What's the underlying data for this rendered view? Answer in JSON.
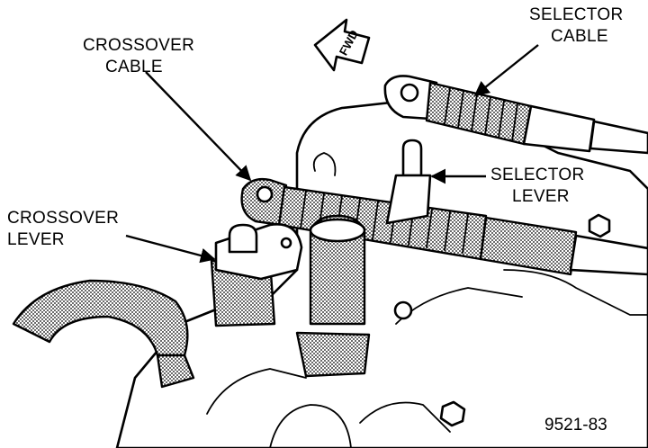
{
  "labels": {
    "crossover_cable": [
      "CROSSOVER",
      "CABLE"
    ],
    "selector_cable": [
      "SELECTOR",
      "CABLE"
    ],
    "selector_lever": [
      "SELECTOR",
      "LEVER"
    ],
    "crossover_lever": [
      "CROSSOVER",
      "LEVER"
    ],
    "fwd": "FWD",
    "figure_number": "9521-83"
  }
}
